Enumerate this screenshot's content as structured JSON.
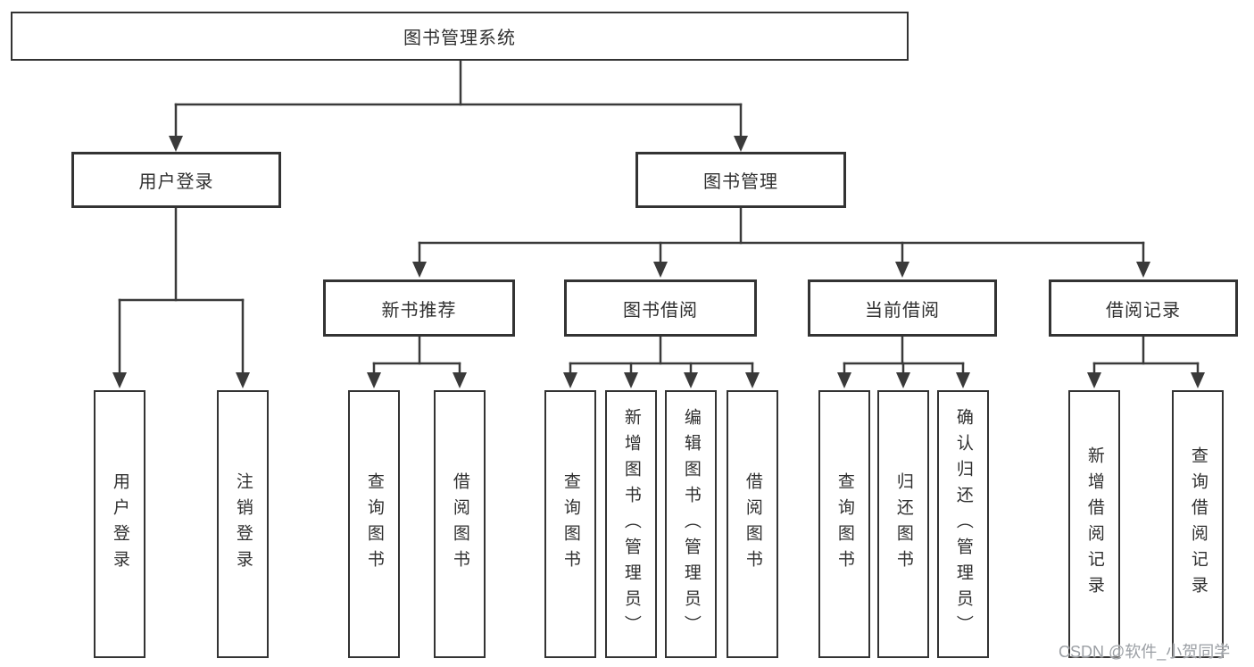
{
  "tree": {
    "label": "图书管理系统",
    "children": [
      {
        "label": "用户登录",
        "children": [
          {
            "label": "用户登录"
          },
          {
            "label": "注销登录"
          }
        ]
      },
      {
        "label": "图书管理",
        "children": [
          {
            "label": "新书推荐",
            "children": [
              {
                "label": "查询图书"
              },
              {
                "label": "借阅图书"
              }
            ]
          },
          {
            "label": "图书借阅",
            "children": [
              {
                "label": "查询图书"
              },
              {
                "label": "新增图书（管理员）"
              },
              {
                "label": "编辑图书（管理员）"
              },
              {
                "label": "借阅图书"
              }
            ]
          },
          {
            "label": "当前借阅",
            "children": [
              {
                "label": "查询图书"
              },
              {
                "label": "归还图书"
              },
              {
                "label": "确认归还（管理员）"
              }
            ]
          },
          {
            "label": "借阅记录",
            "children": [
              {
                "label": "新增借阅记录"
              },
              {
                "label": "查询借阅记录"
              }
            ]
          }
        ]
      }
    ]
  },
  "watermark": "CSDN @软件_小贺同学",
  "colors": {
    "line": "#3a3a3a",
    "box_border": "#333333",
    "text": "#303030",
    "watermark": "#9b9fa4",
    "background": "#ffffff"
  }
}
